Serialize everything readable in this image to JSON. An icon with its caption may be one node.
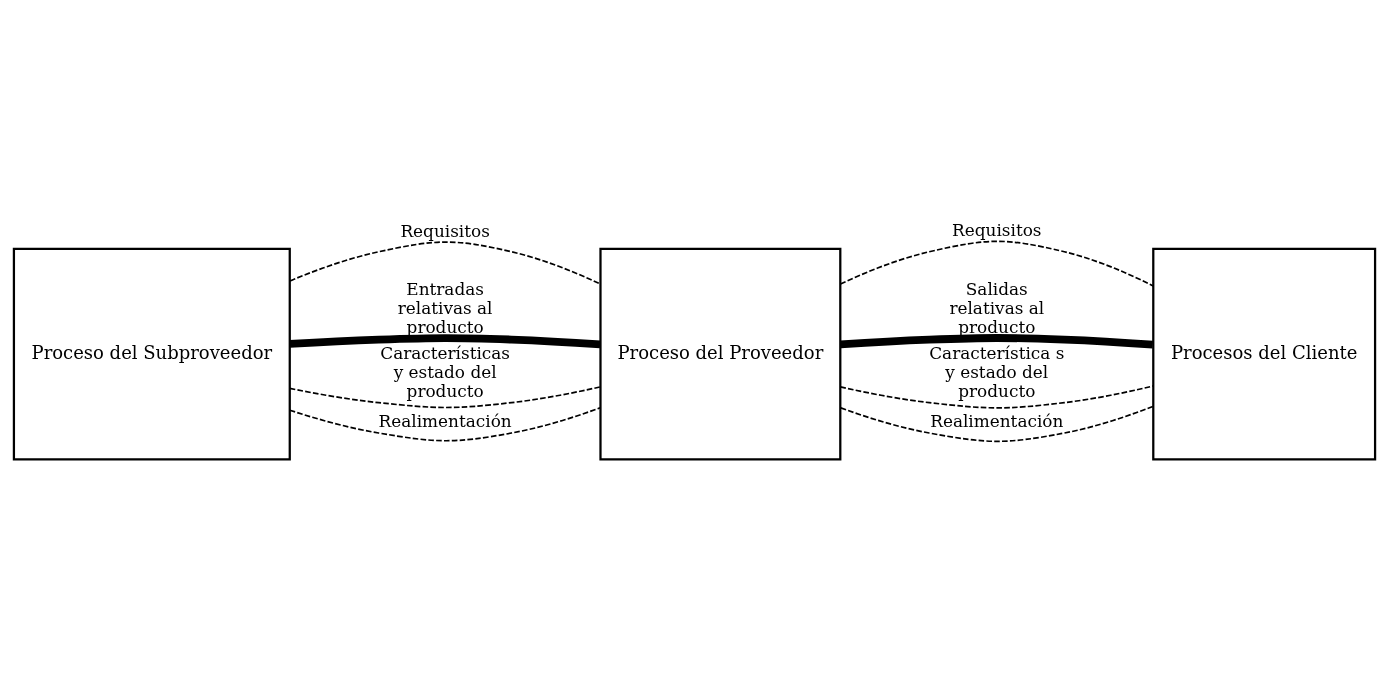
{
  "diagram": {
    "nodes": [
      {
        "text": [
          "Proceso del Subproveedor"
        ]
      },
      {
        "text": [
          "Proceso del Proveedor"
        ]
      },
      {
        "text": [
          "Procesos del Cliente"
        ]
      }
    ],
    "edges": [
      {
        "from": 0,
        "to": 1,
        "arrow": "none",
        "style": "dashed",
        "label": "Requisitos"
      },
      {
        "from": 0,
        "to": 1,
        "arrow": "none",
        "style": "thick",
        "label": "Entradas relativas al producto"
      },
      {
        "from": 0,
        "to": 1,
        "arrow": "none",
        "style": "dashed",
        "label": "Características y estado del producto"
      },
      {
        "from": 0,
        "to": 1,
        "arrow": "none",
        "style": "dashed",
        "label": "Realimentación"
      },
      {
        "from": 1,
        "to": 2,
        "arrow": "none",
        "style": "dashed",
        "label": "Requisitos"
      },
      {
        "from": 1,
        "to": 2,
        "arrow": "none",
        "style": "thick",
        "label": "Salidas relativas al producto"
      },
      {
        "from": 1,
        "to": 2,
        "arrow": "none",
        "style": "dashed",
        "label": "Característica s y estado del producto"
      },
      {
        "from": 1,
        "to": 2,
        "arrow": "none",
        "style": "dashed",
        "label": "Realimentación"
      }
    ]
  }
}
